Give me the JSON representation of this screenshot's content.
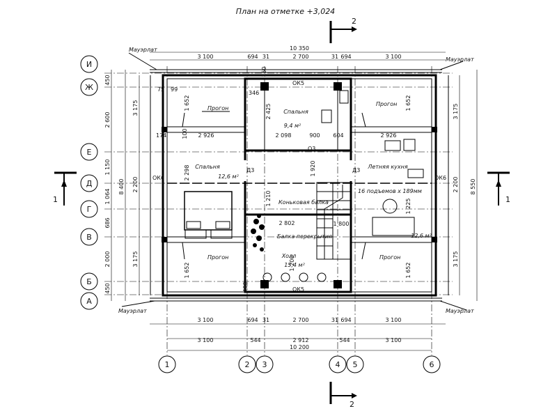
{
  "title": "План на отметке +3,024",
  "section_marks": {
    "section_2": "2",
    "section_1": "1"
  },
  "axes_numbers": [
    "1",
    "2",
    "3",
    "4",
    "5",
    "6"
  ],
  "axes_letters": [
    "И",
    "Ж",
    "Е",
    "Д",
    "Г",
    "В",
    "Б",
    "А"
  ],
  "mauerlat": "Мауэрлат",
  "rooms": {
    "bedroom_top": "Спальня",
    "bedroom_top_area": "9,4 м²",
    "bedroom_left": "Спальня",
    "bedroom_left_area": "12,6 м²",
    "kitchen_right": "Летняя кухня",
    "kitchen_right_area": "12,6 м²",
    "hall": "Холл",
    "hall_area": "15,4 м²"
  },
  "labels": {
    "progon": "Прогон",
    "ridge_beam": "Коньковая балка",
    "floor_beam": "Балка перекрытия",
    "stairs": "16 подъемов х 189мм",
    "ok5": "ОК5",
    "ok6": "ОК6",
    "d3": "Д3",
    "o3": "О3"
  },
  "dims": {
    "overall_top": "10 350",
    "top_row": [
      "3 100",
      "694",
      "31",
      "2 700",
      "31",
      "694",
      "3 100"
    ],
    "bottom_row1": [
      "3 100",
      "694",
      "31",
      "2 700",
      "31",
      "694",
      "3 100"
    ],
    "bottom_row2": [
      "3 100",
      "544",
      "2 912",
      "544",
      "3 100"
    ],
    "overall_bottom": "10 200",
    "left_col1": [
      "450",
      "2 600",
      "1 150",
      "1 064",
      "686",
      "2 000",
      "450"
    ],
    "left_col2": [
      "3 175",
      "2 200",
      "3 175"
    ],
    "left_overall": "8 400",
    "right_col": [
      "3 175",
      "2 200",
      "3 175"
    ],
    "right_overall": "8 550",
    "inner": [
      "2 926",
      "2 926",
      "2 098",
      "900",
      "604",
      "2 802",
      "1 800",
      "1 652",
      "1 652",
      "1 652",
      "1 652",
      "1 225",
      "1 210",
      "2 425",
      "2 298",
      "1 200",
      "1 920",
      "99",
      "75",
      "174",
      "346",
      "150",
      "100",
      "400"
    ]
  }
}
